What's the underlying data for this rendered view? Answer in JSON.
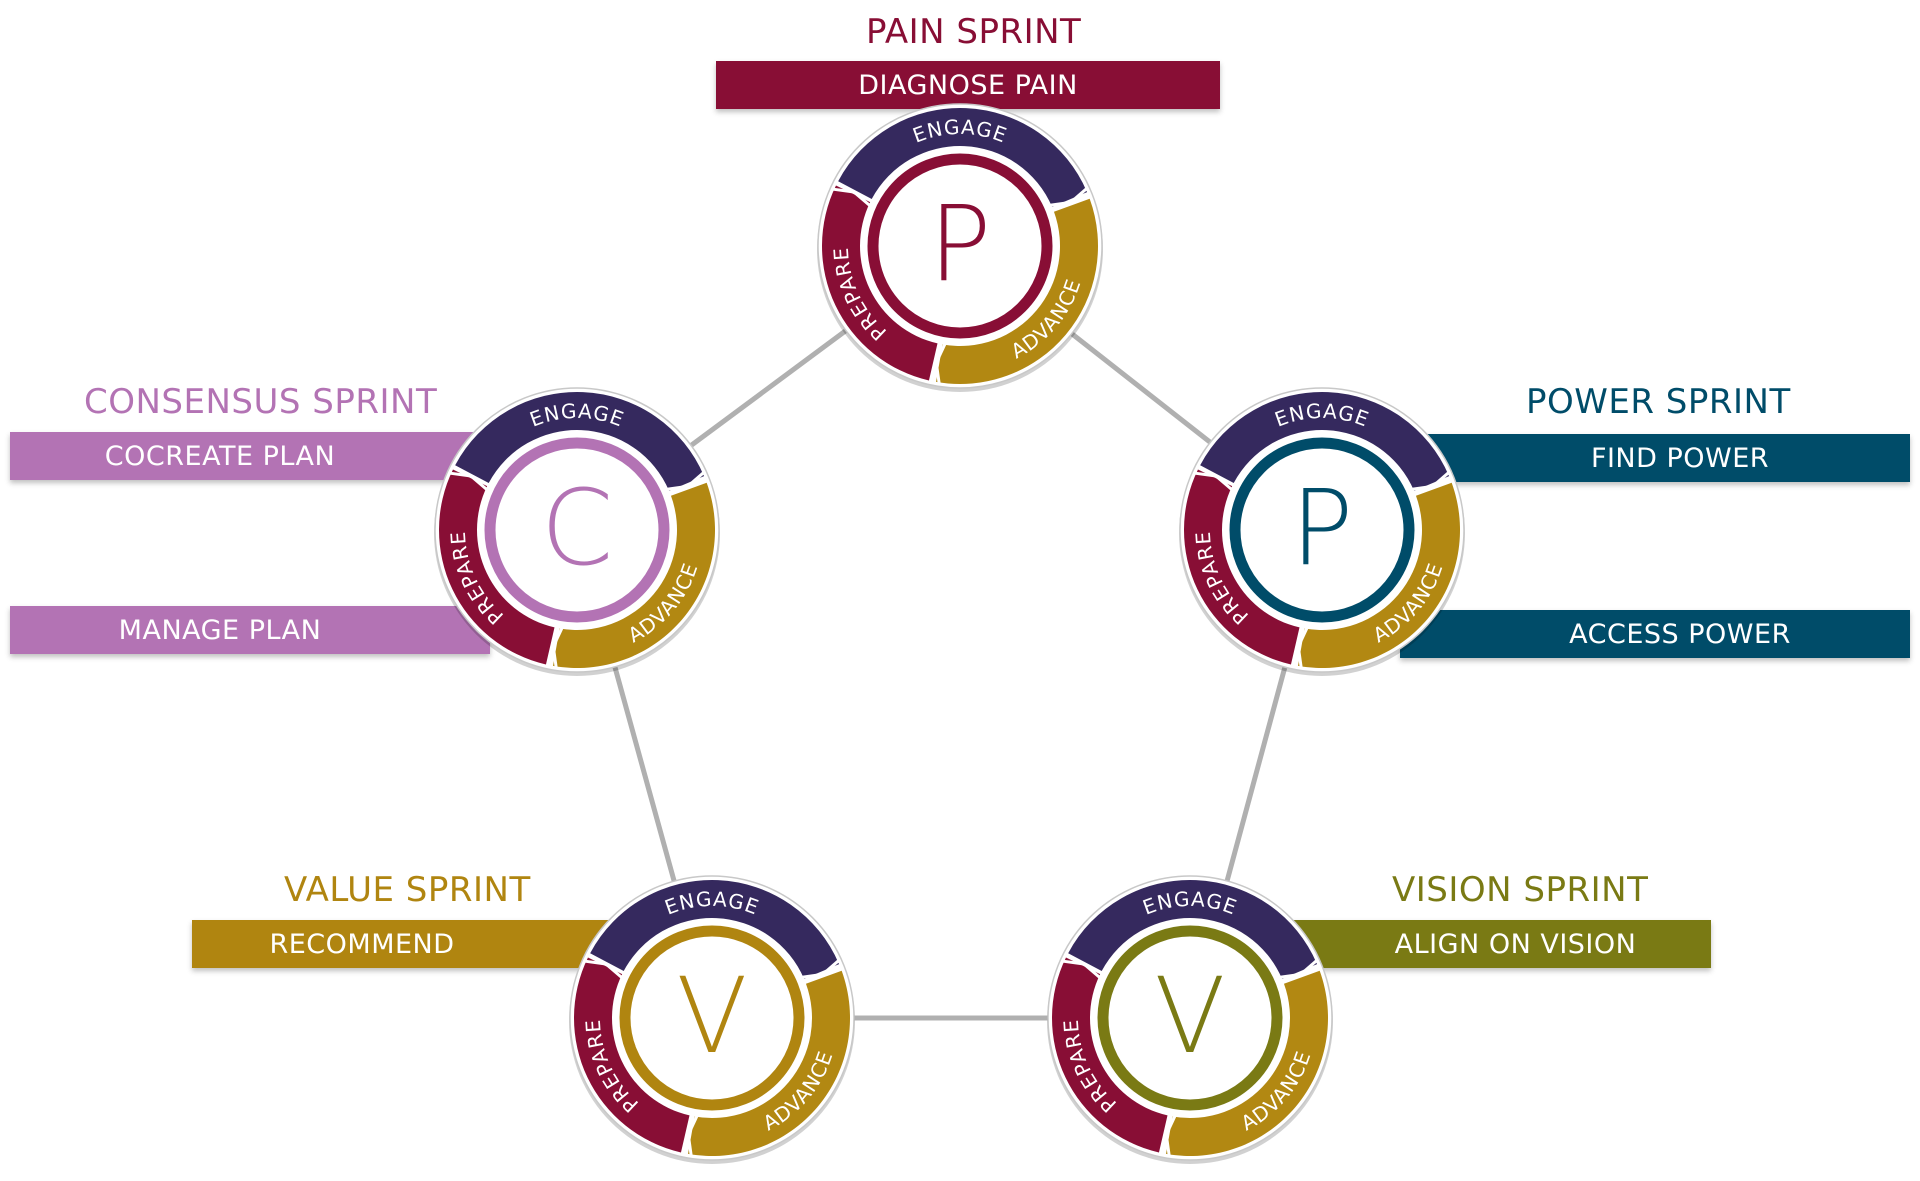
{
  "colors": {
    "engage": "#35295e",
    "advance": "#b28812",
    "prepare": "#880e35",
    "connector": "#b0b0b0",
    "pain": "#880e35",
    "power": "#004c69",
    "vision": "#7a7a14",
    "value": "#b08510",
    "consensus": "#b373b4"
  },
  "segment_labels": {
    "engage": "ENGAGE",
    "advance": "ADVANCE",
    "prepare": "PREPARE"
  },
  "sprints": {
    "pain": {
      "title": "PAIN SPRINT",
      "letter": "P",
      "actions": [
        "DIAGNOSE PAIN"
      ]
    },
    "power": {
      "title": "POWER SPRINT",
      "letter": "P",
      "actions": [
        "FIND POWER",
        "ACCESS POWER"
      ]
    },
    "vision": {
      "title": "VISION SPRINT",
      "letter": "V",
      "actions": [
        "ALIGN ON VISION"
      ]
    },
    "value": {
      "title": "VALUE SPRINT",
      "letter": "V",
      "actions": [
        "RECOMMEND"
      ]
    },
    "consensus": {
      "title": "CONSENSUS SPRINT",
      "letter": "C",
      "actions": [
        "COCREATE PLAN",
        "MANAGE PLAN"
      ]
    }
  }
}
